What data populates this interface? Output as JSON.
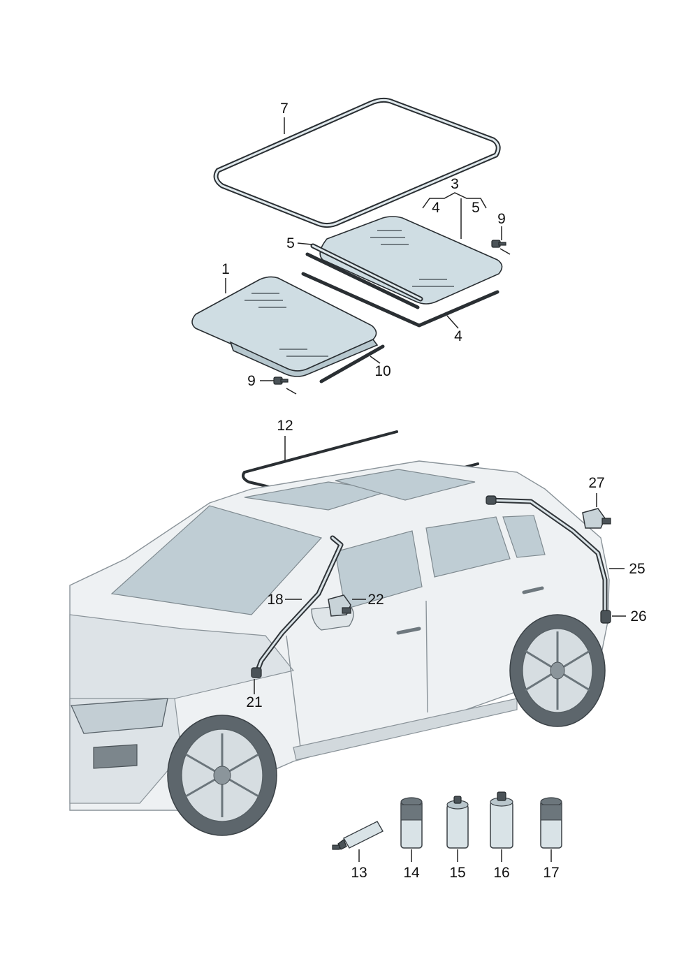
{
  "callouts": {
    "c7": "7",
    "c3": "3",
    "c3_4": "4",
    "c3_5": "5",
    "c9_top": "9",
    "c5": "5",
    "c1": "1",
    "c4": "4",
    "c10": "10",
    "c9_bottom": "9",
    "c12": "12",
    "c27": "27",
    "c25": "25",
    "c18": "18",
    "c22": "22",
    "c26": "26",
    "c21": "21",
    "c13": "13",
    "c14": "14",
    "c15": "15",
    "c16": "16",
    "c17": "17"
  },
  "colors": {
    "glass": "#cfdde3",
    "outline": "#2a2f33",
    "body": "#eef1f3"
  }
}
